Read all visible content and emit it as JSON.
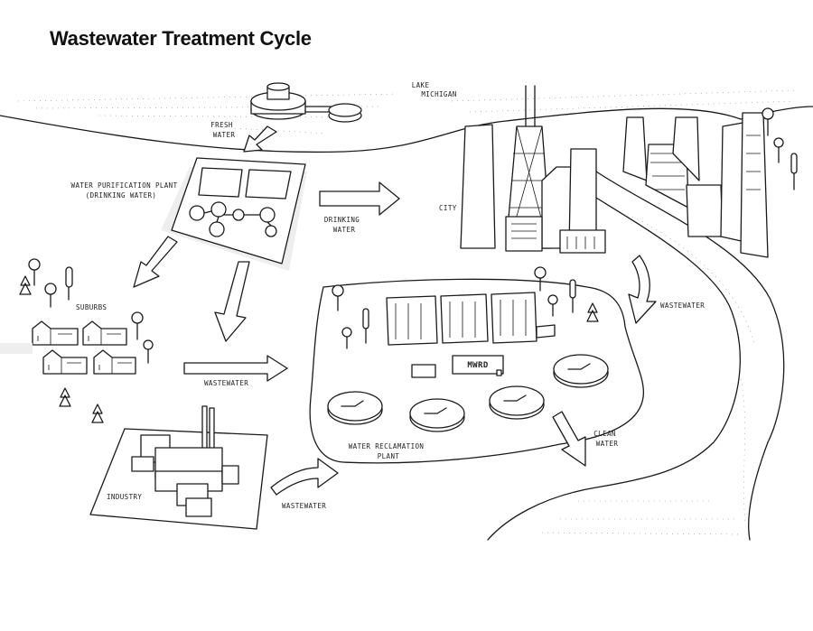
{
  "title": "Wastewater Treatment Cycle",
  "labels": {
    "fresh_water": [
      "FRESH",
      "WATER"
    ],
    "lake_michigan": [
      "LAKE",
      "MICHIGAN"
    ],
    "purification_plant": [
      "WATER PURIFICATION PLANT",
      "(DRINKING WATER)"
    ],
    "drinking_water": [
      "DRINKING",
      "WATER"
    ],
    "city": "CITY",
    "suburbs": "SUBURBS",
    "wastewater_city": "WASTEWATER",
    "wastewater_suburbs": "WASTEWATER",
    "wastewater_industry": "WASTEWATER",
    "mwrd_sign": "MWRD",
    "reclamation_plant": [
      "WATER RECLAMATION",
      "PLANT"
    ],
    "clean_water": [
      "CLEAN",
      "WATER"
    ],
    "industry": "INDUSTRY"
  },
  "colors": {
    "ink": "#1a1a1a",
    "paper": "#ffffff",
    "shadow": "#eeeeee",
    "texture": "#8a8a8a"
  }
}
